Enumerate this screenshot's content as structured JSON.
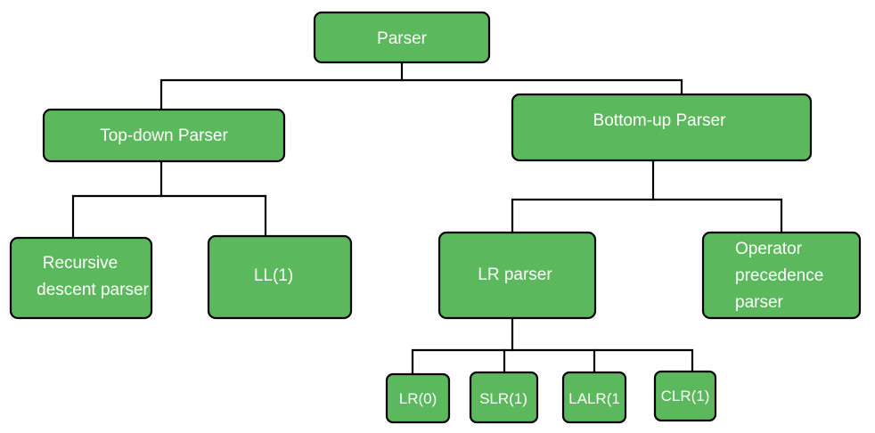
{
  "diagram": {
    "nodes": {
      "parser": "Parser",
      "top_down": "Top-down Parser",
      "bottom_up": "Bottom-up Parser",
      "recursive_descent_line1": "Recursive",
      "recursive_descent_line2": "descent parser",
      "ll1": "LL(1)",
      "lr_parser": "LR parser",
      "operator_precedence_line1": "Operator",
      "operator_precedence_line2": "precedence",
      "operator_precedence_line3": "parser",
      "lr0": "LR(0)",
      "slr1": "SLR(1)",
      "lalr1": "LALR(1",
      "clr1": "CLR(1)"
    },
    "colors": {
      "box_fill": "#5cb85c",
      "box_border": "#000000",
      "text": "#ffffff"
    }
  }
}
